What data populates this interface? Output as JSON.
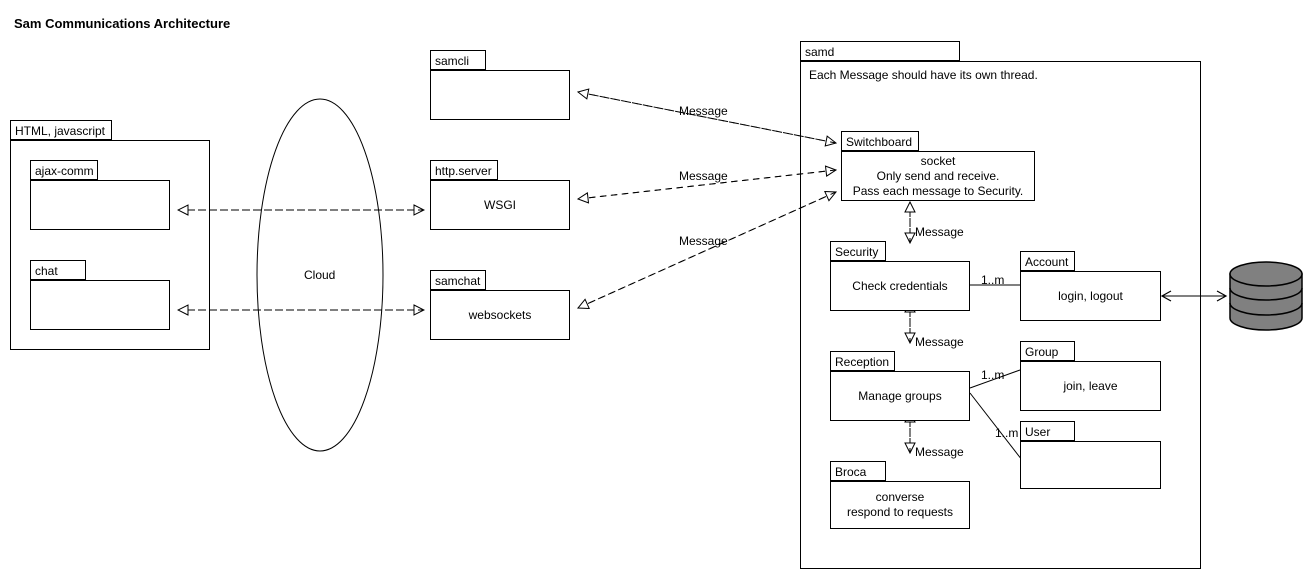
{
  "title": "Sam Communications Architecture",
  "colors": {
    "stroke": "#000000",
    "background": "#ffffff",
    "db_fill": "#808080",
    "db_stroke": "#000000"
  },
  "client": {
    "package": {
      "name": "HTML, javascript",
      "components": [
        {
          "name": "ajax-comm",
          "body": ""
        },
        {
          "name": "chat",
          "body": ""
        }
      ]
    }
  },
  "cloud": {
    "label": "Cloud"
  },
  "middle": {
    "packages": [
      {
        "name": "samcli",
        "body": ""
      },
      {
        "name": "http.server",
        "body": "WSGI"
      },
      {
        "name": "samchat",
        "body": "websockets"
      }
    ]
  },
  "samd": {
    "name": "samd",
    "note": "Each Message should have its own thread.",
    "components": [
      {
        "name": "Switchboard",
        "body": "socket\nOnly send and receive.\nPass each message to Security."
      },
      {
        "name": "Security",
        "body": "Check credentials"
      },
      {
        "name": "Account",
        "body": "login, logout"
      },
      {
        "name": "Reception",
        "body": "Manage groups"
      },
      {
        "name": "Group",
        "body": "join, leave"
      },
      {
        "name": "User",
        "body": ""
      },
      {
        "name": "Broca",
        "body": "converse\nrespond to requests"
      }
    ]
  },
  "edge_labels": {
    "message": "Message",
    "multiplicity": "1..m"
  },
  "connections": {
    "client_to_cloud": [
      {
        "label": "",
        "from": "ajax-comm",
        "to": "WSGI"
      },
      {
        "label": "",
        "from": "chat",
        "to": "websockets"
      }
    ],
    "to_switchboard": [
      {
        "label": "Message",
        "from": "samcli",
        "to": "Switchboard"
      },
      {
        "label": "Message",
        "from": "WSGI",
        "to": "Switchboard"
      },
      {
        "label": "Message",
        "from": "websockets",
        "to": "Switchboard"
      }
    ],
    "internal": [
      {
        "label": "Message",
        "from": "Switchboard",
        "to": "Security"
      },
      {
        "label": "Message",
        "from": "Security",
        "to": "Reception"
      },
      {
        "label": "Message",
        "from": "Reception",
        "to": "Broca"
      },
      {
        "label": "1..m",
        "from": "Security",
        "to": "Account"
      },
      {
        "label": "1..m",
        "from": "Reception",
        "to": "Group"
      },
      {
        "label": "1..m",
        "from": "Reception",
        "to": "User"
      }
    ],
    "database": {
      "from": "Account",
      "to": "database",
      "label": ""
    }
  }
}
